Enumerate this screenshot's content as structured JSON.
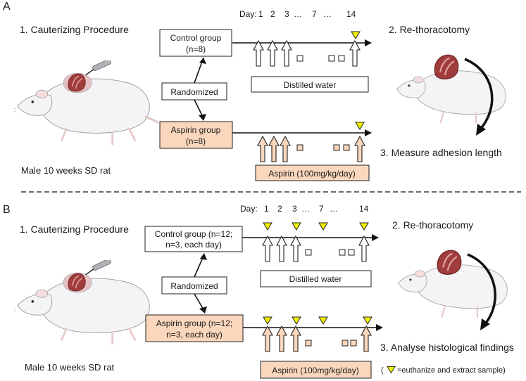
{
  "panel_a": {
    "letter": "A",
    "procedure_title": "1. Cauterizing Procedure",
    "rat_caption": "Male 10 weeks SD rat",
    "randomized": "Randomized",
    "control_line1": "Control group",
    "control_line2": "(n=8)",
    "aspirin_line1": "Aspirin group",
    "aspirin_line2": "(n=8)",
    "day_label": "Day:",
    "day_1": "1",
    "day_2": "2",
    "day_3": "3",
    "dots_a": "…",
    "day_7": "7",
    "dots_b": "…",
    "day_14": "14",
    "distilled": "Distilled water",
    "aspirin_dose": "Aspirin (100mg/kg/day)",
    "step2": "2. Re-thoracotomy",
    "step3": "3. Measure adhesion length"
  },
  "panel_b": {
    "letter": "B",
    "procedure_title": "1. Cauterizing Procedure",
    "rat_caption": "Male 10 weeks SD rat",
    "randomized": "Randomized",
    "control_line1": "Control group (n=12;",
    "control_line2": "n=3, each day)",
    "aspirin_line1": "Aspirin group (n=12;",
    "aspirin_line2": "n=3, each day)",
    "day_label": "Day:",
    "day_1": "1",
    "day_2": "2",
    "day_3": "3",
    "dots_a": "…",
    "day_7": "7",
    "dots_b": "…",
    "day_14": "14",
    "distilled": "Distilled water",
    "aspirin_dose": "Aspirin (100mg/kg/day)",
    "step2": "2. Re-thoracotomy",
    "step3": "3. Analyse histological findings",
    "legend_open": "(",
    "legend_text": "=euthanize and extract sample)"
  },
  "colors": {
    "aspirin_fill": "#fad7bc",
    "marker_yellow": "#f2f200",
    "heart_red": "#a03c3c",
    "rat_body": "#f4f4f6"
  }
}
